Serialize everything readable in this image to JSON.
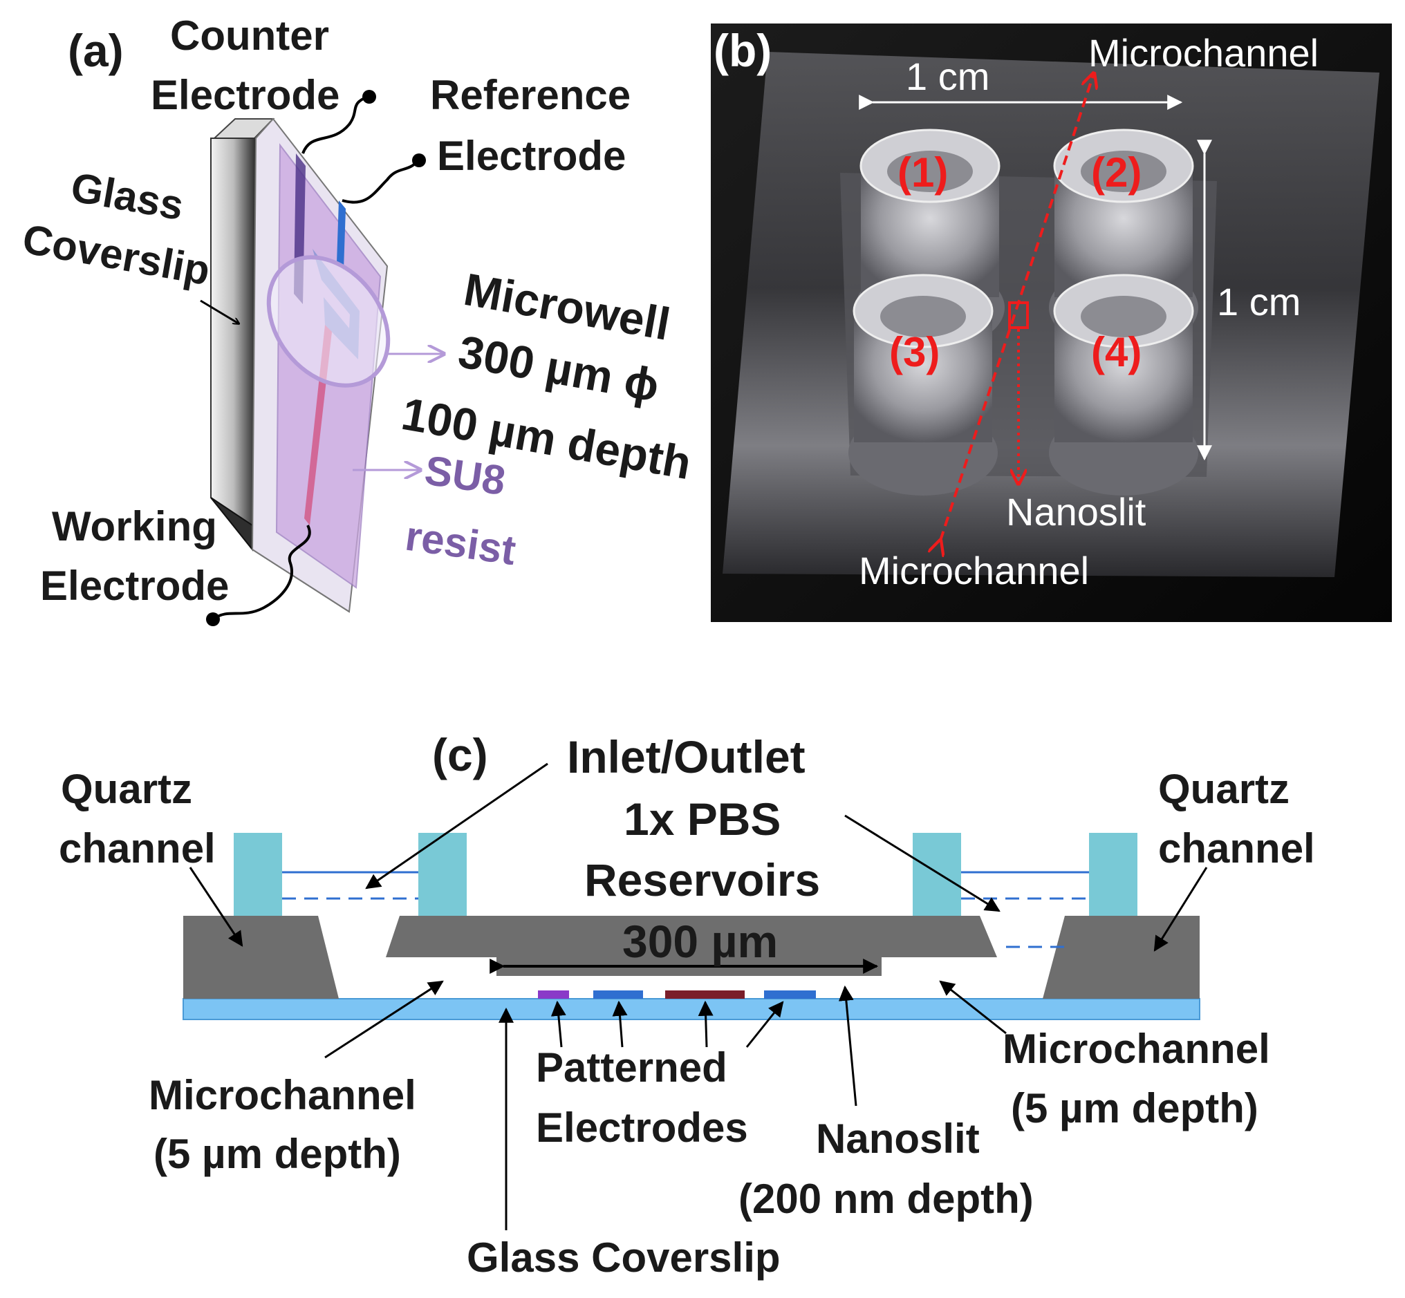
{
  "panel_a": {
    "tag": "(a)",
    "counter_electrode": [
      "Counter",
      "Electrode"
    ],
    "reference_electrode": [
      "Reference",
      "Electrode"
    ],
    "glass_coverslip": [
      "Glass",
      "Coverslip"
    ],
    "microwell": [
      "Microwell",
      "300 µm ϕ",
      "100 µm depth"
    ],
    "su8": [
      "SU8",
      "resist"
    ],
    "working_electrode": [
      "Working",
      "Electrode"
    ]
  },
  "panel_b": {
    "tag": "(b)",
    "scale_h": "1 cm",
    "scale_v": "1 cm",
    "microchannel_top": "Microchannel",
    "microchannel_bottom": "Microchannel",
    "nanoslit": "Nanoslit",
    "wells": [
      "(1)",
      "(2)",
      "(3)",
      "(4)"
    ]
  },
  "panel_c": {
    "tag": "(c)",
    "inlet": [
      "Inlet/Outlet",
      "1x PBS",
      "Reservoirs"
    ],
    "quartz_left": [
      "Quartz",
      "channel"
    ],
    "quartz_right": [
      "Quartz",
      "channel"
    ],
    "width": "300 µm",
    "microchannel_left": [
      "Microchannel",
      "(5 µm depth)"
    ],
    "microchannel_right": [
      "Microchannel",
      "(5 µm depth)"
    ],
    "patterned": [
      "Patterned",
      "Electrodes"
    ],
    "nanoslit": [
      "Nanoslit",
      "(200 nm depth)"
    ],
    "glass_coverslip": "Glass Coverslip"
  },
  "colors": {
    "glass_blue": "#7cc4f4",
    "reservoir_teal": "#79c9d6",
    "quartz_gray": "#6e6e6e",
    "su8_purple": "#c9a6e0",
    "annotation_red": "#ee1c1c"
  }
}
